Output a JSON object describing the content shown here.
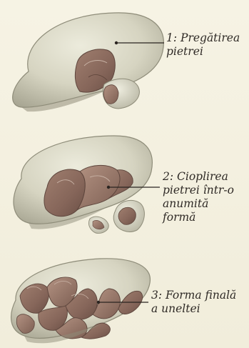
{
  "steps": [
    {
      "lines": [
        "1: Pregătirea",
        "pietrei"
      ]
    },
    {
      "lines": [
        "2: Cioplirea",
        "pietrei într-o",
        "anumită",
        "formă"
      ]
    },
    {
      "lines": [
        "3: Forma finală",
        "a uneltei"
      ]
    }
  ],
  "colors": {
    "background": "#f3f0df",
    "stone_light": "#d8d5c3",
    "stone_shadow": "#9c9a87",
    "flake_scar": "#8a6a5c",
    "leader_line": "#2a2420",
    "text": "#2f2a26"
  }
}
